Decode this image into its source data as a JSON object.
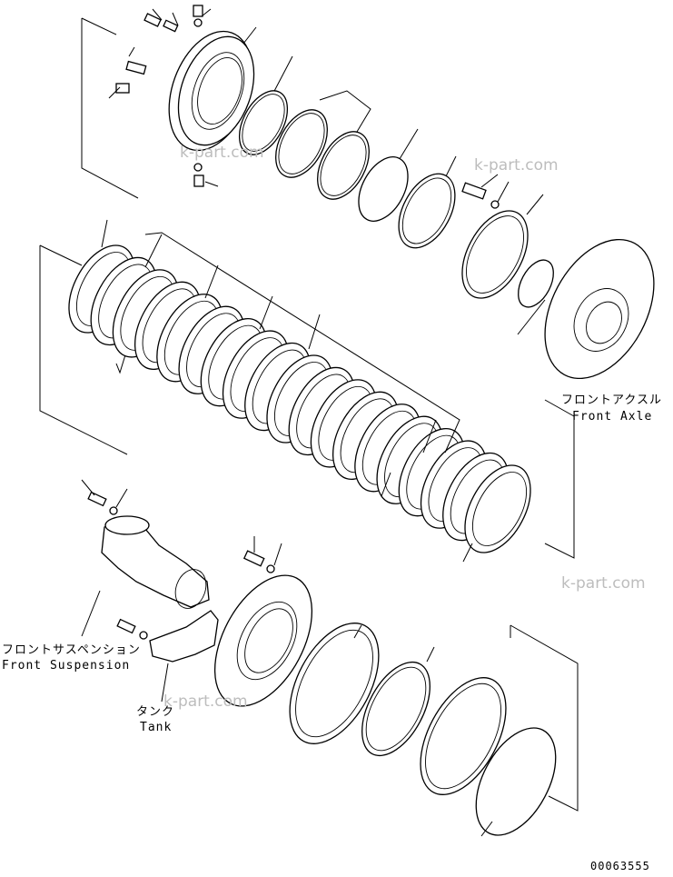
{
  "labels": {
    "front_axle_jp": "フロントアクスル",
    "front_axle_en": "Front Axle",
    "front_suspension_jp": "フロントサスペンション",
    "front_suspension_en": "Front Suspension",
    "tank_jp": "タンク",
    "tank_en": "Tank",
    "drawing_number": "00063555"
  },
  "watermark": {
    "text": "k-part.com",
    "color": "#bdbdbd"
  },
  "colors": {
    "line": "#000000",
    "background": "#ffffff"
  }
}
